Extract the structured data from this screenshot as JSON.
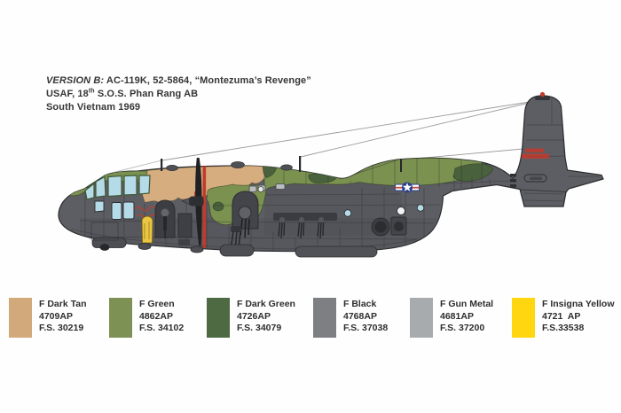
{
  "header": {
    "line1_label": "VERSION B:",
    "line1_rest": " AC-119K, 52-5864, “Montezuma’s Revenge”",
    "line2_pre": "USAF, 18",
    "line2_sup": "th",
    "line2_post": " S.O.S. Phan Rang AB",
    "line3": "South Vietnam 1969"
  },
  "illustration": {
    "subject": "AC-119K gunship left side profile",
    "insignia": "USAF star-and-bars"
  },
  "colors": {
    "fuselage_gray": "#5c5e63",
    "fuselage_dark": "#4b4d52",
    "panel_line": "#2b2c2f",
    "tan": "#d5ad7e",
    "green": "#7a9150",
    "dark_green": "#49613c",
    "window_blue": "#b6dbe8",
    "red": "#c23a2b",
    "insignia_blue": "#2b3f8c",
    "nose_art_yellow": "#e9c643",
    "wire_gray": "#9a9a9a"
  },
  "swatches": [
    {
      "name": "F Dark Tan",
      "code": "4709AP",
      "fs": "F.S. 30219",
      "color": "#d2a97a"
    },
    {
      "name": "F Green",
      "code": "4862AP",
      "fs": "F.S. 34102",
      "color": "#7e9155"
    },
    {
      "name": "F Dark Green",
      "code": "4726AP",
      "fs": "F.S. 34079",
      "color": "#4d6a42"
    },
    {
      "name": "F Black",
      "code": "4768AP",
      "fs": "F.S. 37038",
      "color": "#7d7f83"
    },
    {
      "name": "F Gun Metal",
      "code": "4681AP",
      "fs": "F.S. 37200",
      "color": "#a8abae"
    },
    {
      "name": "F Insigna Yellow",
      "code": "4721  AP",
      "fs": "F.S.33538",
      "color": "#ffd60f"
    }
  ]
}
